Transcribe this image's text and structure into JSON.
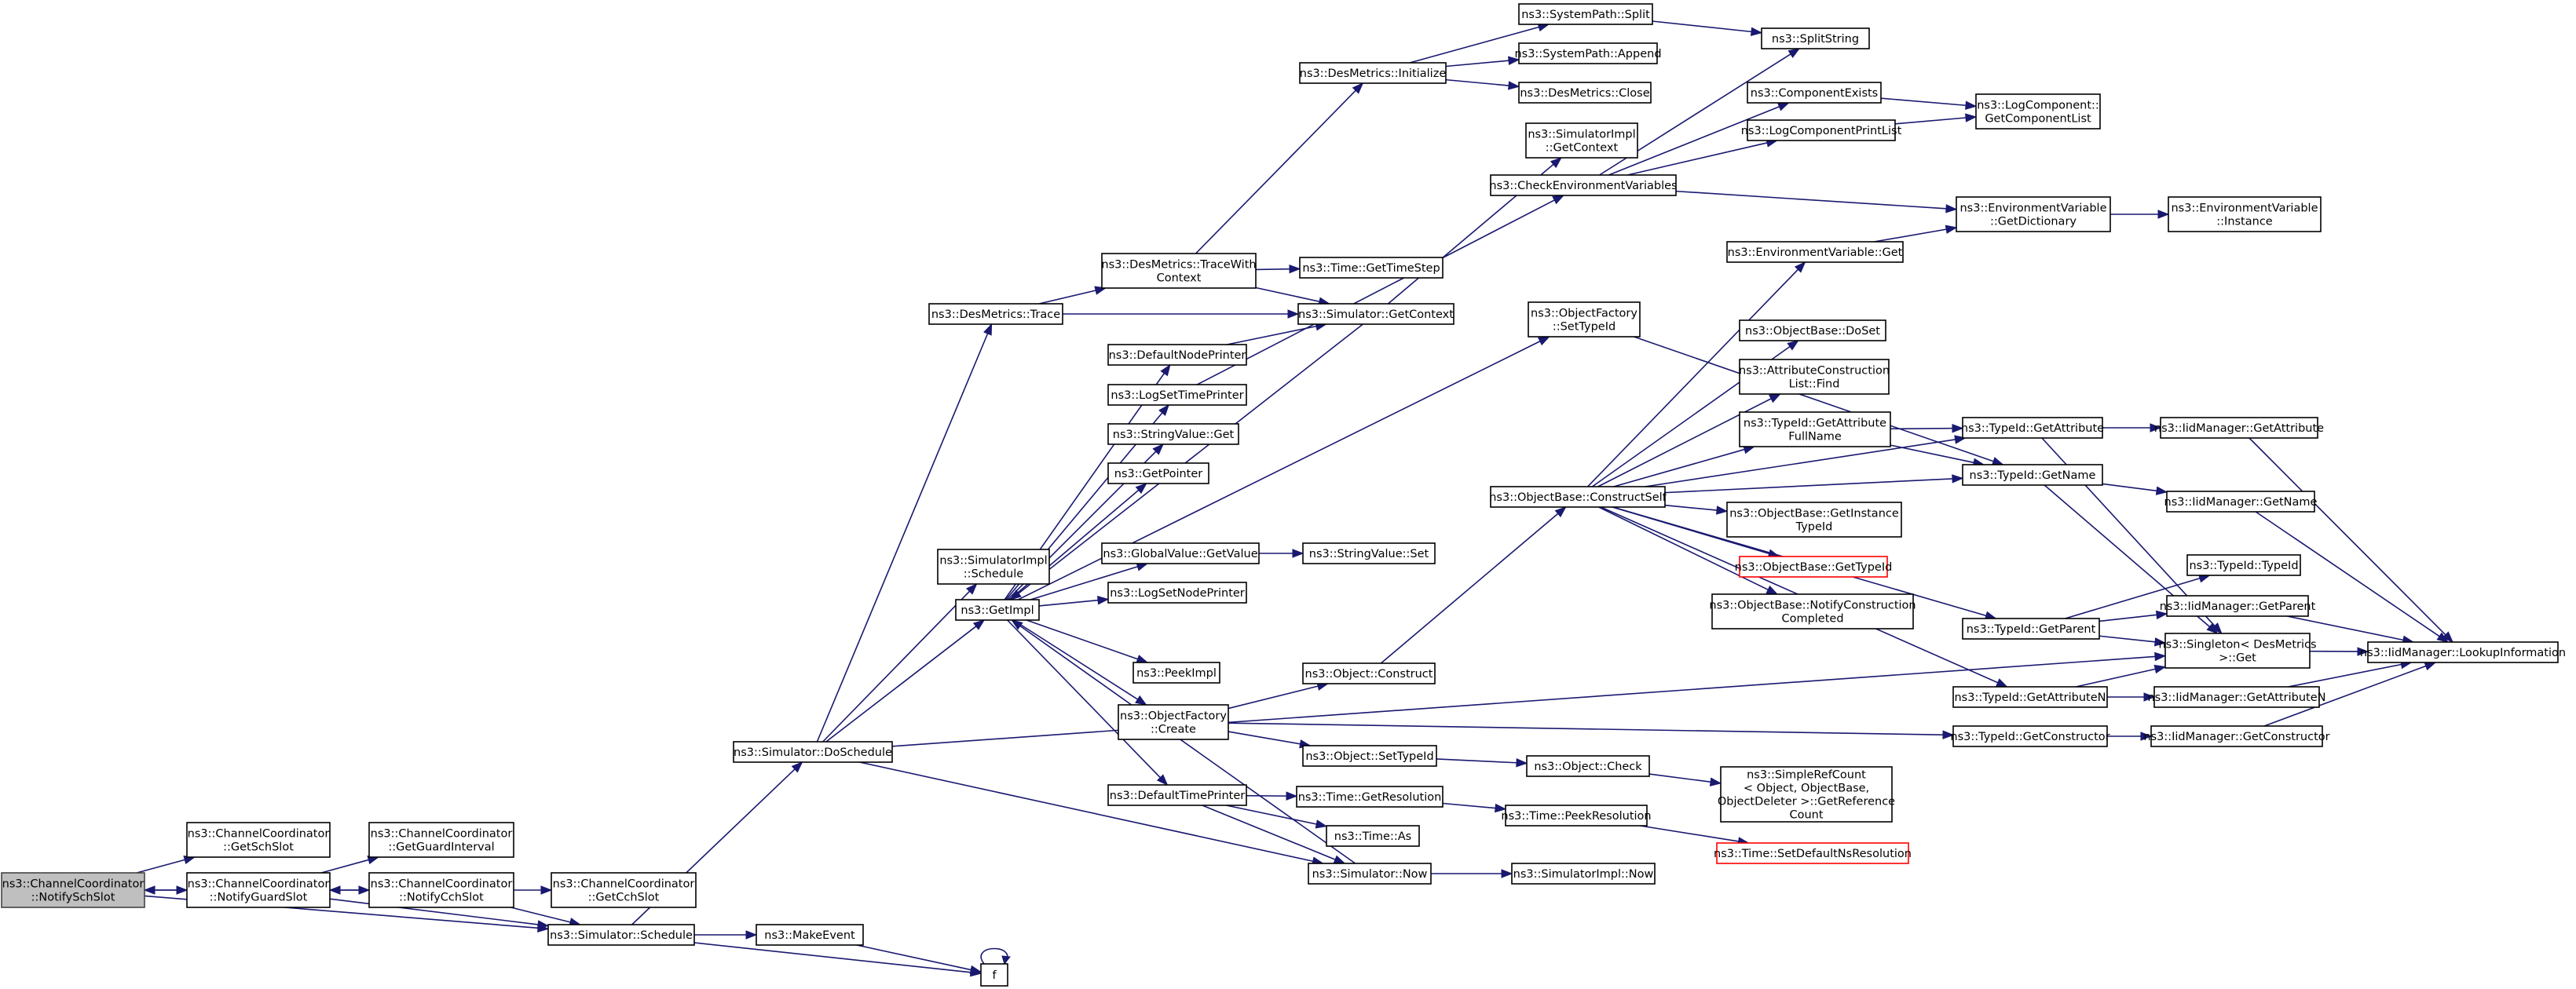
{
  "nodes": [
    {
      "id": "n0",
      "lines": [
        "ns3::ChannelCoordinator",
        "::NotifySchSlot"
      ],
      "root": true
    },
    {
      "id": "n1",
      "lines": [
        "ns3::ChannelCoordinator",
        "::GetSchSlot"
      ]
    },
    {
      "id": "n2",
      "lines": [
        "ns3::ChannelCoordinator",
        "::NotifyGuardSlot"
      ]
    },
    {
      "id": "n3",
      "lines": [
        "ns3::Simulator::Schedule"
      ]
    },
    {
      "id": "n4",
      "lines": [
        "ns3::ChannelCoordinator",
        "::GetGuardInterval"
      ]
    },
    {
      "id": "n5",
      "lines": [
        "ns3::ChannelCoordinator",
        "::NotifyCchSlot"
      ]
    },
    {
      "id": "n6",
      "lines": [
        "ns3::ChannelCoordinator",
        "::GetCchSlot"
      ]
    },
    {
      "id": "n7",
      "lines": [
        "ns3::Simulator::DoSchedule"
      ]
    },
    {
      "id": "n8",
      "lines": [
        "ns3::MakeEvent"
      ]
    },
    {
      "id": "n9",
      "lines": [
        "f"
      ]
    },
    {
      "id": "n10",
      "lines": [
        "ns3::DesMetrics::Trace"
      ]
    },
    {
      "id": "n11",
      "lines": [
        "ns3::SimulatorImpl",
        "::Schedule"
      ]
    },
    {
      "id": "n12",
      "lines": [
        "ns3::GetImpl"
      ]
    },
    {
      "id": "n13",
      "lines": [
        "ns3::DesMetrics::TraceWith",
        "Context"
      ]
    },
    {
      "id": "n14",
      "lines": [
        "ns3::Simulator::GetContext"
      ]
    },
    {
      "id": "n15",
      "lines": [
        "ns3::DesMetrics::Initialize"
      ]
    },
    {
      "id": "n16",
      "lines": [
        "ns3::Time::GetTimeStep"
      ]
    },
    {
      "id": "n17",
      "lines": [
        "ns3::SystemPath::Split"
      ]
    },
    {
      "id": "n18",
      "lines": [
        "ns3::SystemPath::Append"
      ]
    },
    {
      "id": "n19",
      "lines": [
        "ns3::DesMetrics::Close"
      ]
    },
    {
      "id": "n20",
      "lines": [
        "ns3::SplitString"
      ]
    },
    {
      "id": "n21",
      "lines": [
        "ns3::SimulatorImpl",
        "::GetContext"
      ]
    },
    {
      "id": "n22",
      "lines": [
        "ns3::DefaultNodePrinter"
      ]
    },
    {
      "id": "n23",
      "lines": [
        "ns3::LogSetTimePrinter"
      ]
    },
    {
      "id": "n24",
      "lines": [
        "ns3::StringValue::Get"
      ]
    },
    {
      "id": "n25",
      "lines": [
        "ns3::GetPointer"
      ]
    },
    {
      "id": "n26",
      "lines": [
        "ns3::GlobalValue::GetValue"
      ]
    },
    {
      "id": "n27",
      "lines": [
        "ns3::LogSetNodePrinter"
      ]
    },
    {
      "id": "n28",
      "lines": [
        "ns3::PeekImpl"
      ]
    },
    {
      "id": "n29",
      "lines": [
        "ns3::ObjectFactory",
        "::Create"
      ]
    },
    {
      "id": "n30",
      "lines": [
        "ns3::DefaultTimePrinter"
      ]
    },
    {
      "id": "n31",
      "lines": [
        "ns3::Simulator::Now"
      ]
    },
    {
      "id": "n32",
      "lines": [
        "ns3::StringValue::Set"
      ]
    },
    {
      "id": "n33",
      "lines": [
        "ns3::CheckEnvironmentVariables"
      ]
    },
    {
      "id": "n34",
      "lines": [
        "ns3::ComponentExists"
      ]
    },
    {
      "id": "n35",
      "lines": [
        "ns3::LogComponentPrintList"
      ]
    },
    {
      "id": "n36",
      "lines": [
        "ns3::LogComponent::",
        "GetComponentList"
      ]
    },
    {
      "id": "n37",
      "lines": [
        "ns3::EnvironmentVariable",
        "::GetDictionary"
      ]
    },
    {
      "id": "n38",
      "lines": [
        "ns3::EnvironmentVariable",
        "::Instance"
      ]
    },
    {
      "id": "n39",
      "lines": [
        "ns3::ObjectFactory",
        "::SetTypeId"
      ]
    },
    {
      "id": "n40",
      "lines": [
        "ns3::ObjectBase::ConstructSelf"
      ]
    },
    {
      "id": "n41",
      "lines": [
        "ns3::EnvironmentVariable::Get"
      ]
    },
    {
      "id": "n42",
      "lines": [
        "ns3::ObjectBase::DoSet"
      ]
    },
    {
      "id": "n43",
      "lines": [
        "ns3::AttributeConstruction",
        "List::Find"
      ]
    },
    {
      "id": "n44",
      "lines": [
        "ns3::TypeId::GetAttribute",
        "FullName"
      ]
    },
    {
      "id": "n45",
      "lines": [
        "ns3::ObjectBase::GetInstance",
        "TypeId"
      ]
    },
    {
      "id": "n46",
      "lines": [
        "ns3::ObjectBase::GetTypeId"
      ],
      "red": true
    },
    {
      "id": "n47",
      "lines": [
        "ns3::ObjectBase::NotifyConstruction",
        "Completed"
      ]
    },
    {
      "id": "n48",
      "lines": [
        "ns3::TypeId::GetAttribute"
      ]
    },
    {
      "id": "n49",
      "lines": [
        "ns3::TypeId::GetName"
      ]
    },
    {
      "id": "n50",
      "lines": [
        "ns3::TypeId::GetParent"
      ]
    },
    {
      "id": "n51",
      "lines": [
        "ns3::TypeId::GetAttributeN"
      ]
    },
    {
      "id": "n52",
      "lines": [
        "ns3::TypeId::GetConstructor"
      ]
    },
    {
      "id": "n53",
      "lines": [
        "ns3::IidManager::GetAttribute"
      ]
    },
    {
      "id": "n54",
      "lines": [
        "ns3::IidManager::GetName"
      ]
    },
    {
      "id": "n55",
      "lines": [
        "ns3::TypeId::TypeId"
      ]
    },
    {
      "id": "n56",
      "lines": [
        "ns3::IidManager::GetParent"
      ]
    },
    {
      "id": "n57",
      "lines": [
        "ns3::Singleton< DesMetrics",
        " >::Get"
      ]
    },
    {
      "id": "n58",
      "lines": [
        "ns3::IidManager::GetAttributeN"
      ]
    },
    {
      "id": "n59",
      "lines": [
        "ns3::IidManager::GetConstructor"
      ]
    },
    {
      "id": "n60",
      "lines": [
        "ns3::IidManager::LookupInformation"
      ]
    },
    {
      "id": "n61",
      "lines": [
        "ns3::Object::Construct"
      ]
    },
    {
      "id": "n62",
      "lines": [
        "ns3::Object::SetTypeId"
      ]
    },
    {
      "id": "n63",
      "lines": [
        "ns3::Object::Check"
      ]
    },
    {
      "id": "n64",
      "lines": [
        "ns3::SimpleRefCount",
        "< Object, ObjectBase,",
        " ObjectDeleter >::GetReference",
        "Count"
      ]
    },
    {
      "id": "n65",
      "lines": [
        "ns3::Time::GetResolution"
      ]
    },
    {
      "id": "n66",
      "lines": [
        "ns3::Time::PeekResolution"
      ]
    },
    {
      "id": "n67",
      "lines": [
        "ns3::Time::As"
      ]
    },
    {
      "id": "n68",
      "lines": [
        "ns3::Time::SetDefaultNsResolution"
      ],
      "red": true
    },
    {
      "id": "n69",
      "lines": [
        "ns3::SimulatorImpl::Now"
      ]
    }
  ],
  "edges": [
    [
      "n0",
      "n1"
    ],
    [
      "n0",
      "n2"
    ],
    [
      "n0",
      "n3"
    ],
    [
      "n2",
      "n0"
    ],
    [
      "n2",
      "n4"
    ],
    [
      "n2",
      "n5"
    ],
    [
      "n2",
      "n3"
    ],
    [
      "n5",
      "n2"
    ],
    [
      "n5",
      "n6"
    ],
    [
      "n5",
      "n3"
    ],
    [
      "n3",
      "n7"
    ],
    [
      "n3",
      "n8"
    ],
    [
      "n3",
      "n9"
    ],
    [
      "n8",
      "n9"
    ],
    [
      "n9",
      "n9"
    ],
    [
      "n7",
      "n10"
    ],
    [
      "n7",
      "n11"
    ],
    [
      "n7",
      "n12"
    ],
    [
      "n7",
      "n31"
    ],
    [
      "n7",
      "n57"
    ],
    [
      "n10",
      "n13"
    ],
    [
      "n10",
      "n14"
    ],
    [
      "n13",
      "n15"
    ],
    [
      "n13",
      "n16"
    ],
    [
      "n13",
      "n14"
    ],
    [
      "n15",
      "n17"
    ],
    [
      "n15",
      "n18"
    ],
    [
      "n15",
      "n19"
    ],
    [
      "n17",
      "n20"
    ],
    [
      "n14",
      "n21"
    ],
    [
      "n14",
      "n12"
    ],
    [
      "n12",
      "n22"
    ],
    [
      "n12",
      "n23"
    ],
    [
      "n12",
      "n24"
    ],
    [
      "n12",
      "n25"
    ],
    [
      "n12",
      "n26"
    ],
    [
      "n12",
      "n27"
    ],
    [
      "n12",
      "n28"
    ],
    [
      "n12",
      "n29"
    ],
    [
      "n12",
      "n30"
    ],
    [
      "n12",
      "n39"
    ],
    [
      "n22",
      "n14"
    ],
    [
      "n23",
      "n33"
    ],
    [
      "n26",
      "n32"
    ],
    [
      "n33",
      "n20"
    ],
    [
      "n33",
      "n34"
    ],
    [
      "n33",
      "n35"
    ],
    [
      "n33",
      "n37"
    ],
    [
      "n34",
      "n36"
    ],
    [
      "n35",
      "n36"
    ],
    [
      "n37",
      "n38"
    ],
    [
      "n39",
      "n49"
    ],
    [
      "n29",
      "n61"
    ],
    [
      "n29",
      "n62"
    ],
    [
      "n29",
      "n52"
    ],
    [
      "n61",
      "n40"
    ],
    [
      "n40",
      "n41"
    ],
    [
      "n40",
      "n42"
    ],
    [
      "n40",
      "n43"
    ],
    [
      "n40",
      "n44"
    ],
    [
      "n40",
      "n45"
    ],
    [
      "n40",
      "n46"
    ],
    [
      "n40",
      "n47"
    ],
    [
      "n40",
      "n48"
    ],
    [
      "n40",
      "n49"
    ],
    [
      "n40",
      "n50"
    ],
    [
      "n40",
      "n51"
    ],
    [
      "n41",
      "n37"
    ],
    [
      "n44",
      "n48"
    ],
    [
      "n44",
      "n49"
    ],
    [
      "n48",
      "n53"
    ],
    [
      "n48",
      "n57"
    ],
    [
      "n49",
      "n54"
    ],
    [
      "n49",
      "n57"
    ],
    [
      "n50",
      "n55"
    ],
    [
      "n50",
      "n56"
    ],
    [
      "n50",
      "n57"
    ],
    [
      "n51",
      "n58"
    ],
    [
      "n51",
      "n57"
    ],
    [
      "n52",
      "n59"
    ],
    [
      "n53",
      "n60"
    ],
    [
      "n54",
      "n60"
    ],
    [
      "n56",
      "n60"
    ],
    [
      "n58",
      "n60"
    ],
    [
      "n59",
      "n60"
    ],
    [
      "n57",
      "n60"
    ],
    [
      "n62",
      "n63"
    ],
    [
      "n63",
      "n64"
    ],
    [
      "n30",
      "n65"
    ],
    [
      "n30",
      "n67"
    ],
    [
      "n30",
      "n31"
    ],
    [
      "n65",
      "n66"
    ],
    [
      "n66",
      "n68"
    ],
    [
      "n31",
      "n69"
    ],
    [
      "n31",
      "n12"
    ]
  ]
}
